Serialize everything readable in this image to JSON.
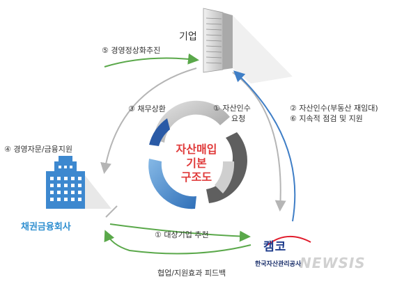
{
  "nodes": {
    "company": "기업",
    "bank": "채권금융회사",
    "kamco_logo": "캠코",
    "kamco_name": "한국자산관리공사"
  },
  "center": {
    "line1": "자산매입",
    "line2": "기본",
    "line3": "구조도"
  },
  "steps": {
    "s5": "⑤ 경영정상화추진",
    "s3": "③ 채무상환",
    "s1a_line1": "① 자산인수",
    "s1a_line2": "요청",
    "s2": "② 자산인수(부동산 재임대)",
    "s6": "⑥ 지속적 점검 및 지원",
    "s4": "④ 경영자문/금융지원",
    "s1b": "① 대상기업 추천",
    "feedback": "협업/지원효과 피드백"
  },
  "watermark": "NEWSIS",
  "colors": {
    "green_arrow": "#5aa84a",
    "gray_arrow": "#b5b5b5",
    "blue_arrow": "#3f7ec6",
    "center_red": "#e03a3a",
    "bank_blue": "#2f8fd0"
  }
}
